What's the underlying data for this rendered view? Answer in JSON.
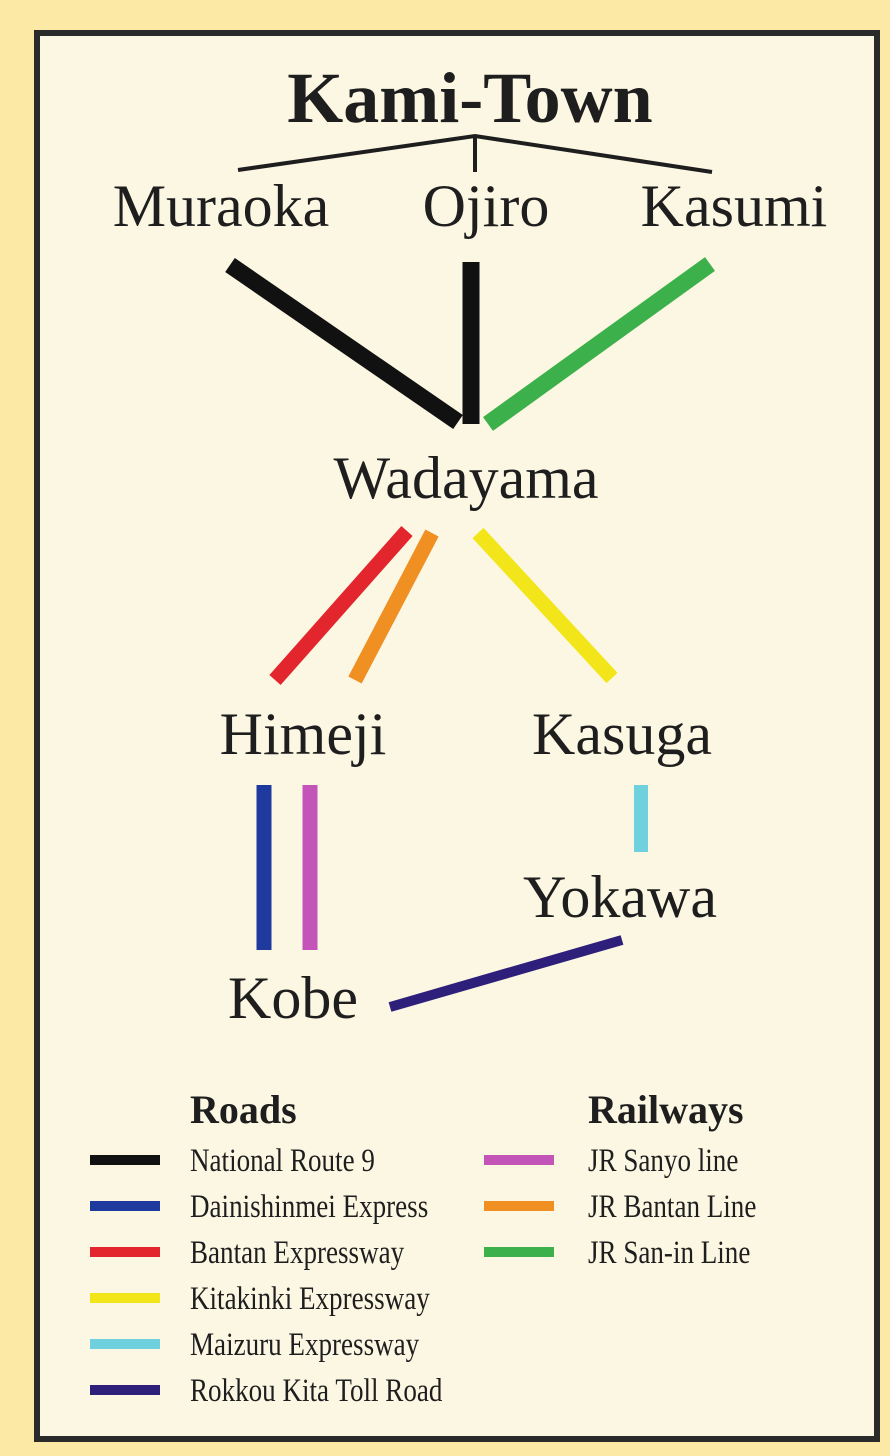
{
  "title": "Kami-Town",
  "towns": [
    "Muraoka",
    "Ojiro",
    "Kasumi"
  ],
  "nodes": {
    "wadayama": "Wadayama",
    "himeji": "Himeji",
    "kasuga": "Kasuga",
    "yokawa": "Yokawa",
    "kobe": "Kobe"
  },
  "legend": {
    "roads_heading": "Roads",
    "railways_heading": "Railways",
    "roads": [
      {
        "label": "National Route 9",
        "color": "#111111"
      },
      {
        "label": "Dainishinmei Express",
        "color": "#1f3a9e"
      },
      {
        "label": "Bantan Expressway",
        "color": "#e3262d"
      },
      {
        "label": "Kitakinki Expressway",
        "color": "#f2e61a"
      },
      {
        "label": "Maizuru Expressway",
        "color": "#6fd0de"
      },
      {
        "label": "Rokkou Kita Toll Road",
        "color": "#2d1f7a"
      }
    ],
    "railways": [
      {
        "label": "JR Sanyo line",
        "color": "#c455b8"
      },
      {
        "label": "JR Bantan Line",
        "color": "#f08f22"
      },
      {
        "label": "JR San-in Line",
        "color": "#3cb04a"
      }
    ]
  }
}
